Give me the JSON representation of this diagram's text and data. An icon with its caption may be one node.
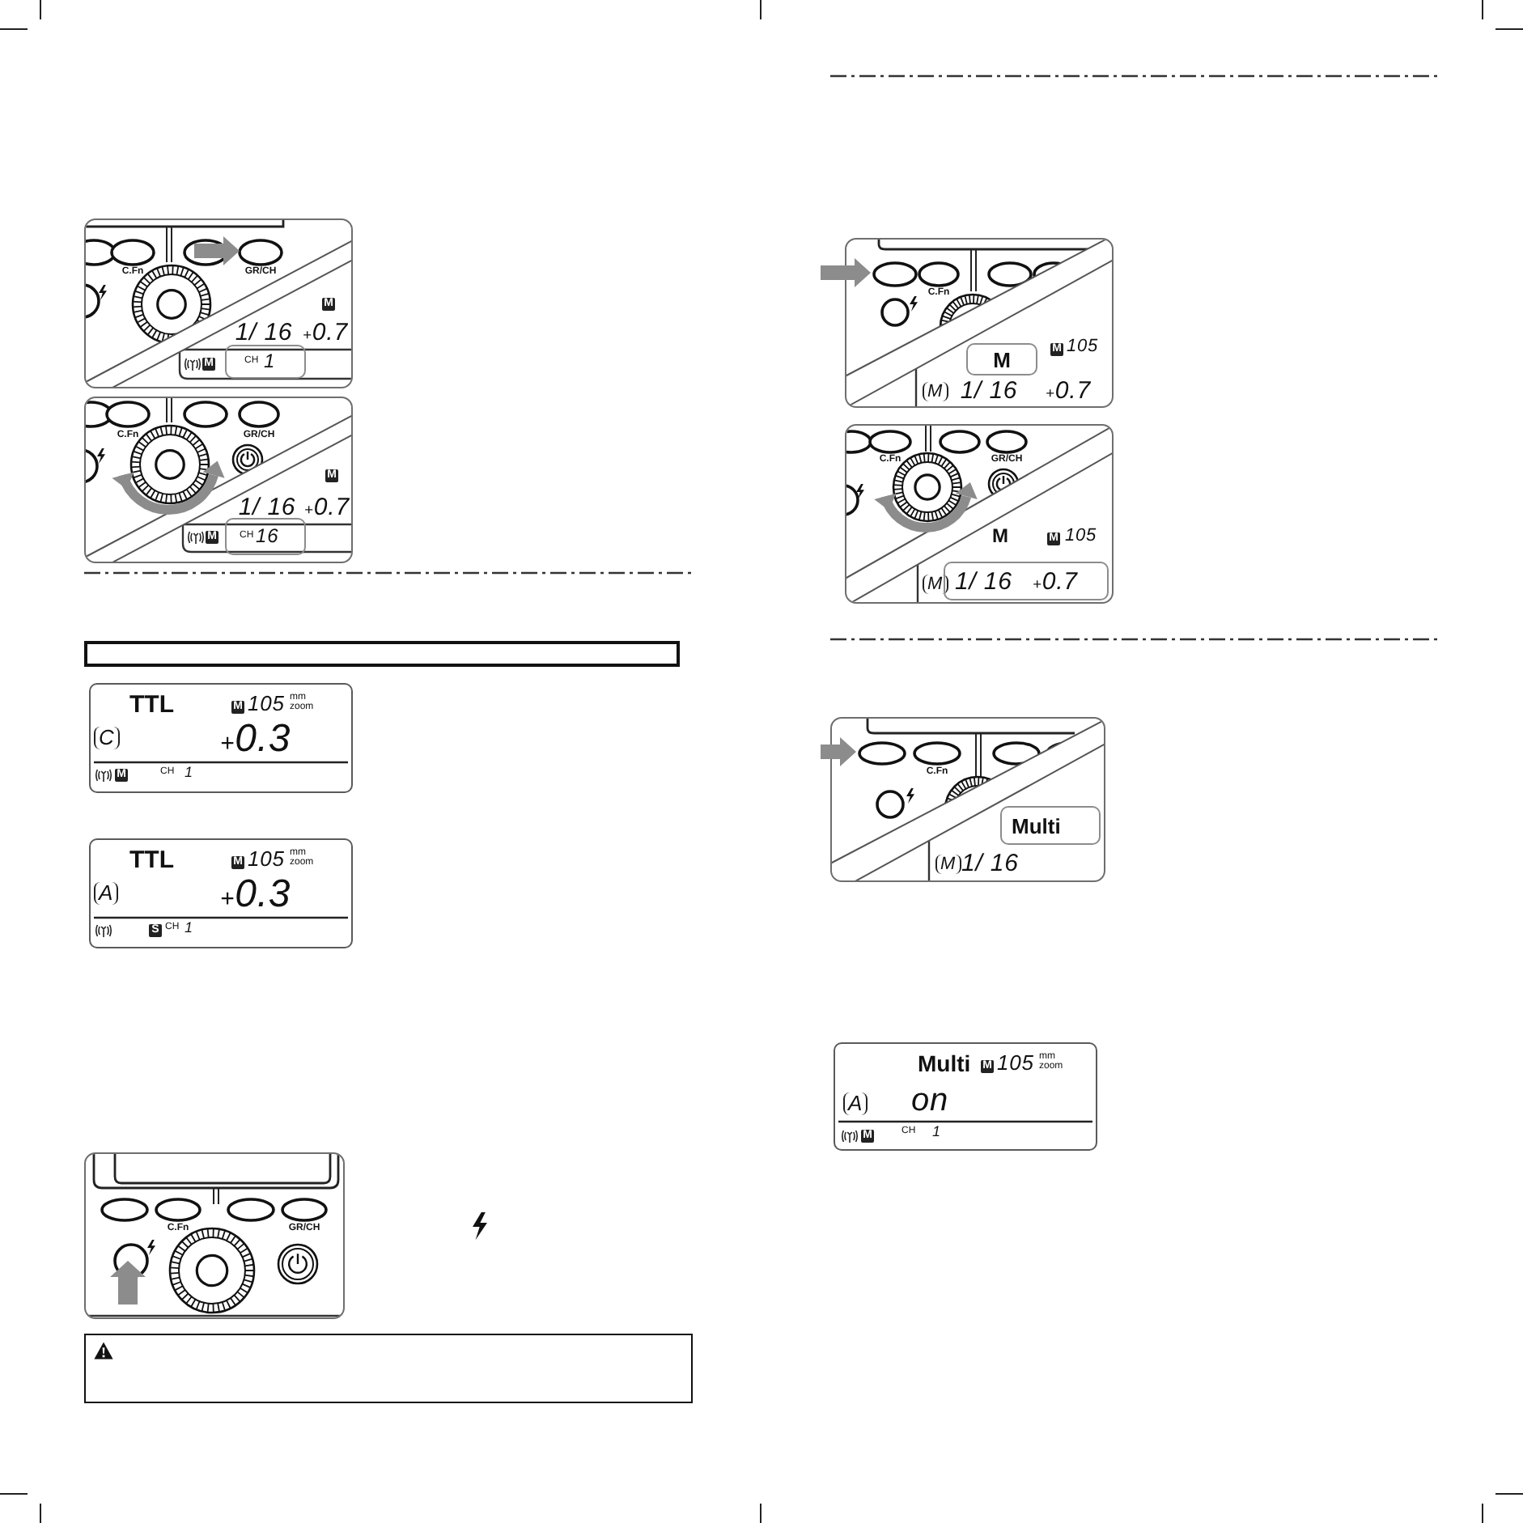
{
  "diagram": {
    "nodes": [
      {
        "text": [
          "C.Fn",
          "GR/CH",
          "M",
          "1/ 16",
          "+0.7",
          "M"
        ]
      },
      {
        "text": [
          "CH",
          "1"
        ],
        "in": 0
      },
      {
        "text": [
          "C.Fn",
          "GR/CH",
          "M",
          "1/ 16",
          "+0.7",
          "M"
        ]
      },
      {
        "text": [
          "CH",
          "16"
        ],
        "in": 2
      },
      {
        "text": [],
        "shape": "box"
      },
      {
        "text": [
          "TTL",
          "M",
          "105",
          "mm zoom",
          "C",
          "+0.3",
          "M",
          "CH",
          "1"
        ]
      },
      {
        "text": [
          "TTL",
          "M",
          "105",
          "mm zoom",
          "A",
          "+0.3",
          "S",
          "CH",
          "1"
        ]
      },
      {
        "text": [
          "C.Fn",
          "GR/CH"
        ]
      },
      {
        "text": [],
        "shape": "box"
      },
      {
        "text": [
          "C.Fn",
          "M",
          "105",
          "M",
          "1/ 16",
          "+0.7"
        ]
      },
      {
        "text": [
          "M"
        ],
        "in": 9
      },
      {
        "text": [
          "C.Fn",
          "GR/CH",
          "M",
          "M",
          "105",
          "M"
        ]
      },
      {
        "text": [
          "1/ 16",
          "+0.7"
        ],
        "in": 11
      },
      {
        "text": [
          "C.Fn",
          "M",
          "1/ 16"
        ]
      },
      {
        "text": [
          "Multi"
        ],
        "in": 13
      },
      {
        "text": [
          "Multi",
          "M",
          "105",
          "mm zoom",
          "A",
          "on",
          "M",
          "CH",
          "1"
        ]
      }
    ]
  }
}
